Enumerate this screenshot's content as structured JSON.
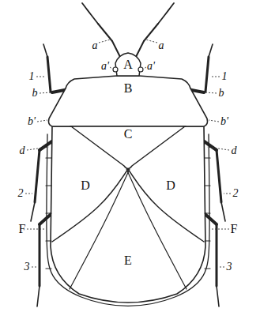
{
  "diagram": {
    "labels": [
      "a",
      "a",
      "1",
      "1",
      "a'",
      "A",
      "a'",
      "b",
      "b",
      "B",
      "b'",
      "b'",
      "C",
      "d",
      "d",
      "2",
      "2",
      "D",
      "D",
      "F",
      "F",
      "E",
      "3",
      "3"
    ]
  }
}
